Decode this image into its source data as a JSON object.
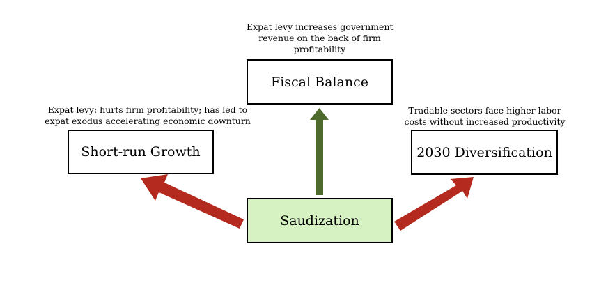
{
  "colors": {
    "negative_arrow": "#b52a1f",
    "positive_arrow": "#4e6a2c",
    "center_fill": "#d7f2c2",
    "box_border": "#000000"
  },
  "nodes": {
    "center": {
      "label": "Saudization"
    },
    "fiscal": {
      "label": "Fiscal Balance"
    },
    "growth": {
      "label": "Short-run Growth"
    },
    "diversification": {
      "label": "2030 Diversification"
    }
  },
  "annotations": {
    "fiscal": {
      "lines": [
        "Expat levy increases government",
        "revenue on the back of firm",
        "profitability"
      ]
    },
    "growth": {
      "lines": [
        "Expat levy: hurts firm profitability; has led to",
        "expat exodus accelerating economic downturn"
      ]
    },
    "diversification": {
      "lines": [
        "Tradable sectors face higher labor",
        "costs without increased productivity"
      ]
    }
  },
  "edges": [
    {
      "from": "Saudization",
      "to": "Fiscal Balance",
      "effect": "positive",
      "color": "#4e6a2c",
      "icon": "arrow-up-icon"
    },
    {
      "from": "Saudization",
      "to": "Short-run Growth",
      "effect": "negative",
      "color": "#b52a1f",
      "icon": "arrow-up-left-icon"
    },
    {
      "from": "Saudization",
      "to": "2030 Diversification",
      "effect": "negative",
      "color": "#b52a1f",
      "icon": "arrow-up-right-icon"
    }
  ]
}
